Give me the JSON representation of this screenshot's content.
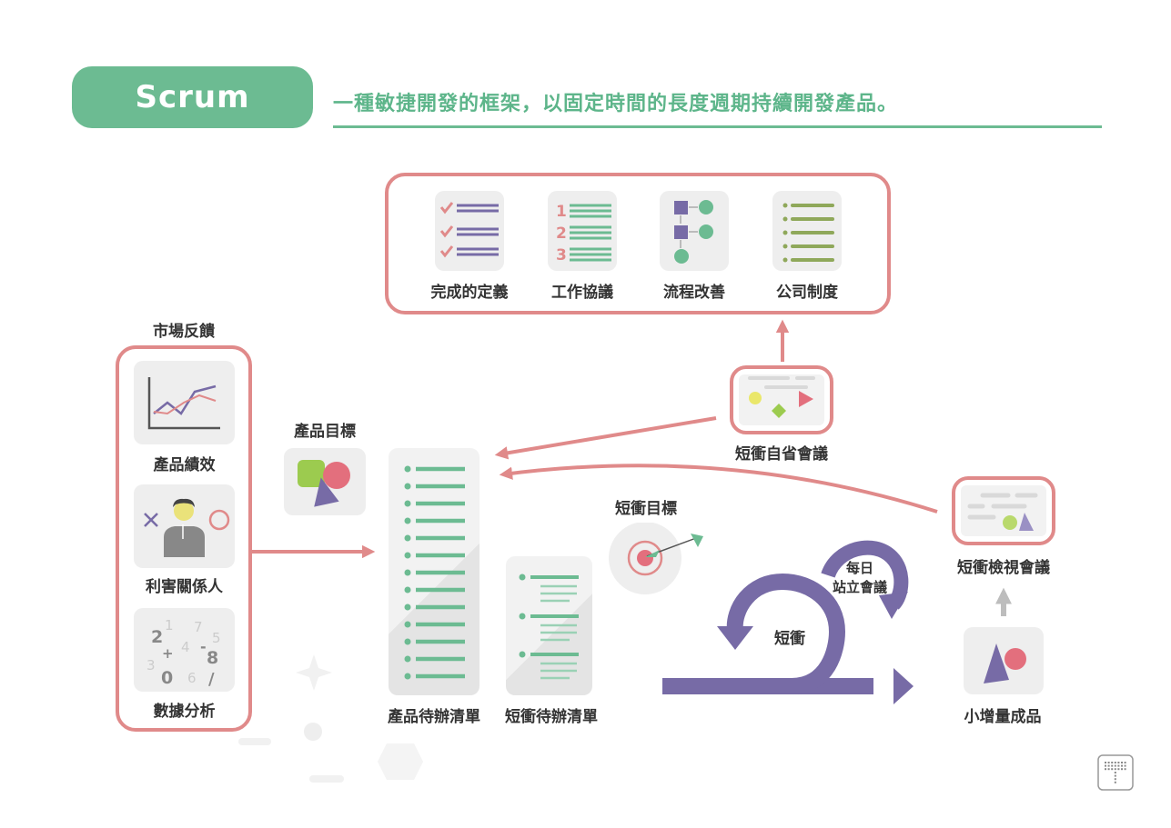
{
  "header": {
    "title": "Scrum",
    "subtitle": "一種敏捷開發的框架，以固定時間的長度週期持續開發產品。"
  },
  "colors": {
    "green": "#6cbb92",
    "red": "#e08a8a",
    "purple": "#776ba6",
    "olive": "#8fa85a"
  },
  "policies": {
    "items": [
      {
        "label": "完成的定義",
        "icon": "checklist-icon"
      },
      {
        "label": "工作協議",
        "icon": "numbered-list-icon"
      },
      {
        "label": "流程改善",
        "icon": "flowchart-icon"
      },
      {
        "label": "公司制度",
        "icon": "bullet-list-icon"
      }
    ]
  },
  "market": {
    "title": "市場反饋",
    "items": [
      {
        "label": "產品績效",
        "icon": "line-chart-icon"
      },
      {
        "label": "利害關係人",
        "icon": "stakeholder-icon"
      },
      {
        "label": "數據分析",
        "icon": "numbers-icon"
      }
    ],
    "digits": [
      "2",
      "1",
      "7",
      "5",
      "+",
      "4",
      "-",
      "8",
      "3",
      "0",
      "6",
      "/"
    ]
  },
  "product_goal": {
    "label": "產品目標"
  },
  "product_backlog": {
    "label": "產品待辦清單"
  },
  "sprint_backlog": {
    "label": "短衝待辦清單"
  },
  "sprint_goal": {
    "label": "短衝目標"
  },
  "retrospective": {
    "label": "短衝自省會議"
  },
  "review": {
    "label": "短衝檢視會議"
  },
  "increment": {
    "label": "小增量成品"
  },
  "sprint": {
    "label": "短衝"
  },
  "daily": {
    "label_line1": "每日",
    "label_line2": "站立會議"
  }
}
